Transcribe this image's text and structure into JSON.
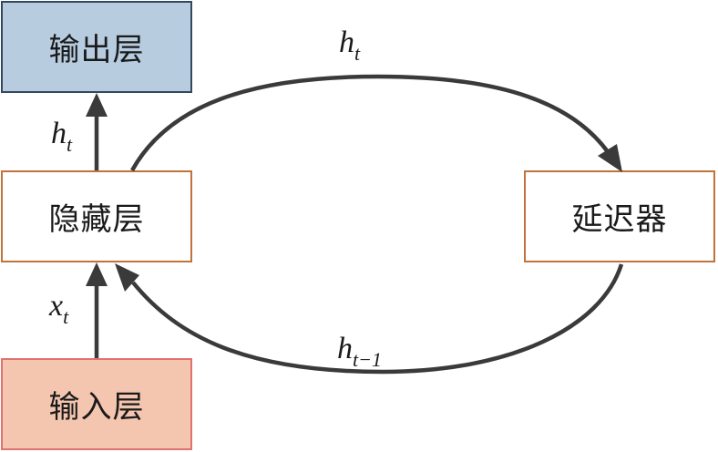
{
  "nodes": {
    "output": "输出层",
    "hidden": "隐藏层",
    "delay": "延迟器",
    "input": "输入层"
  },
  "labels": {
    "hidden_to_output": {
      "base": "h",
      "sub": "t"
    },
    "hidden_to_delay": {
      "base": "h",
      "sub": "t"
    },
    "delay_to_hidden": {
      "base": "h",
      "sub": "t−1"
    },
    "input_to_hidden": {
      "base": "x",
      "sub": "t"
    }
  },
  "colors": {
    "output_fill": "#b8cce0",
    "output_border": "#34495e",
    "hidden_border": "#c0733a",
    "input_fill": "#f4c6b0",
    "input_border": "#e0736e",
    "arrow": "#3a3a3a"
  }
}
